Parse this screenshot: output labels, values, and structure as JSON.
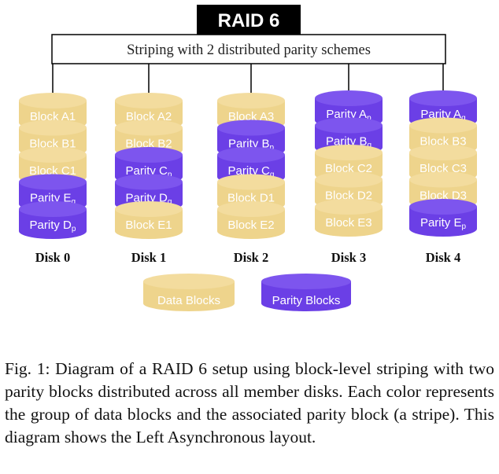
{
  "title": "RAID 6",
  "subtitle": "Striping with 2 distributed parity schemes",
  "colors": {
    "data": "#EED48C",
    "data_top": "#F3DC9E",
    "data_text": "#ffffff",
    "parity": "#6B3FE6",
    "parity_top": "#7D55EE",
    "parity_text": "#ffffff",
    "title_bg": "#000000",
    "line": "#000000"
  },
  "disks": [
    {
      "label": "Disk 0",
      "blocks": [
        {
          "kind": "data",
          "main": "Block A1",
          "sub": ""
        },
        {
          "kind": "data",
          "main": "Block B1",
          "sub": ""
        },
        {
          "kind": "data",
          "main": "Block C1",
          "sub": ""
        },
        {
          "kind": "parity",
          "main": "Parity E",
          "sub": "q"
        },
        {
          "kind": "parity",
          "main": "Parity D",
          "sub": "p"
        }
      ]
    },
    {
      "label": "Disk 1",
      "blocks": [
        {
          "kind": "data",
          "main": "Block A2",
          "sub": ""
        },
        {
          "kind": "data",
          "main": "Block B2",
          "sub": ""
        },
        {
          "kind": "parity",
          "main": "Parity C",
          "sub": "p"
        },
        {
          "kind": "parity",
          "main": "Parity D",
          "sub": "q"
        },
        {
          "kind": "data",
          "main": "Block E1",
          "sub": ""
        }
      ]
    },
    {
      "label": "Disk 2",
      "blocks": [
        {
          "kind": "data",
          "main": "Block A3",
          "sub": ""
        },
        {
          "kind": "parity",
          "main": "Parity B",
          "sub": "p"
        },
        {
          "kind": "parity",
          "main": "Parity C",
          "sub": "q"
        },
        {
          "kind": "data",
          "main": "Block D1",
          "sub": ""
        },
        {
          "kind": "data",
          "main": "Block E2",
          "sub": ""
        }
      ]
    },
    {
      "label": "Disk 3",
      "blocks": [
        {
          "kind": "parity",
          "main": "Parity A",
          "sub": "p"
        },
        {
          "kind": "parity",
          "main": "Parity B",
          "sub": "q"
        },
        {
          "kind": "data",
          "main": "Block C2",
          "sub": ""
        },
        {
          "kind": "data",
          "main": "Block D2",
          "sub": ""
        },
        {
          "kind": "data",
          "main": "Block E3",
          "sub": ""
        }
      ]
    },
    {
      "label": "Disk 4",
      "blocks": [
        {
          "kind": "parity",
          "main": "Parity A",
          "sub": "q"
        },
        {
          "kind": "data",
          "main": "Block B3",
          "sub": ""
        },
        {
          "kind": "data",
          "main": "Block C3",
          "sub": ""
        },
        {
          "kind": "data",
          "main": "Block D3",
          "sub": ""
        },
        {
          "kind": "parity",
          "main": "Parity E",
          "sub": "p"
        }
      ]
    }
  ],
  "legend": [
    {
      "kind": "data",
      "label": "Data Blocks"
    },
    {
      "kind": "parity",
      "label": "Parity Blocks"
    }
  ],
  "caption": "Fig. 1: Diagram of a RAID 6 setup using block-level striping with two parity blocks distributed across all member disks. Each color represents the group of data blocks and the associated parity block (a stripe). This diagram shows the Left Asynchronous layout."
}
